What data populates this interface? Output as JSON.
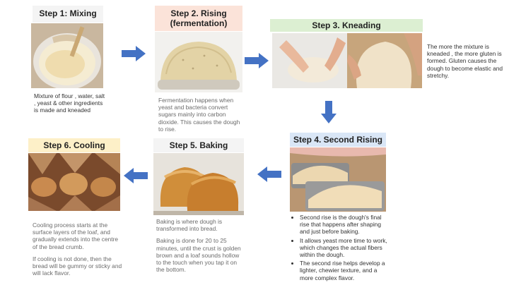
{
  "steps": {
    "mixing": {
      "title": "Step 1: Mixing",
      "desc": "Mixture of flour , water, salt , yeast & other ingredients is made and kneaded"
    },
    "rising": {
      "title_line1": "Step 2. Rising",
      "title_line2": "(fermentation)",
      "desc": "Fermentation happens when yeast and bacteria convert sugars mainly into carbon dioxide. This causes the dough to rise."
    },
    "kneading": {
      "title": "Step 3. Kneading",
      "desc": "The more the mixture is kneaded , the more gluten is formed. Gluten causes the dough to become elastic and stretchy."
    },
    "second_rising": {
      "title": "Step 4. Second Rising",
      "bullets": [
        "Second rise is the dough's final rise that happens after shaping and just before baking.",
        "It allows yeast more time to work, which changes the actual fibers within the dough.",
        "The second rise helps develop a lighter, chewier texture, and a more complex flavor."
      ]
    },
    "baking": {
      "title": "Step 5. Baking",
      "desc1": "Baking is where dough is transformed into bread.",
      "desc2": "Baking is done for 20 to 25 minutes, until the crust is golden brown and a loaf sounds hollow to the touch when you tap it on the bottom."
    },
    "cooling": {
      "title": "Step 6. Cooling",
      "desc1": "Cooling process starts at the surface layers of the loaf, and gradually extends into the centre of the bread crumb.",
      "desc2": "If cooling is not done, then the bread will be gummy or sticky and will lack flavor."
    }
  },
  "icons": {
    "arrow": "arrow-icon"
  },
  "colors": {
    "arrow": "#4472c4",
    "title_pink": "#fbe3d9",
    "title_green": "#dcefd2",
    "title_blue": "#d9e6f6",
    "title_yellow": "#fdf0c8"
  }
}
